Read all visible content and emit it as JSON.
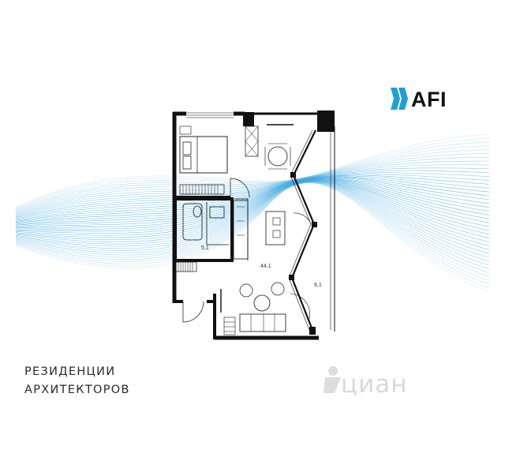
{
  "brand": {
    "logo_text": "AFI",
    "logo_color": "#1e9fd8"
  },
  "caption": {
    "line1": "РЕЗИДЕНЦИИ",
    "line2": "АРХИТЕКТОРОВ"
  },
  "watermark": {
    "text": "циан"
  },
  "floorplan": {
    "rooms": [
      {
        "label": "5,1"
      },
      {
        "label": "44,1"
      },
      {
        "label": "9,1"
      }
    ]
  },
  "colors": {
    "wave": "#3aa6e0",
    "wall": "#111111"
  }
}
